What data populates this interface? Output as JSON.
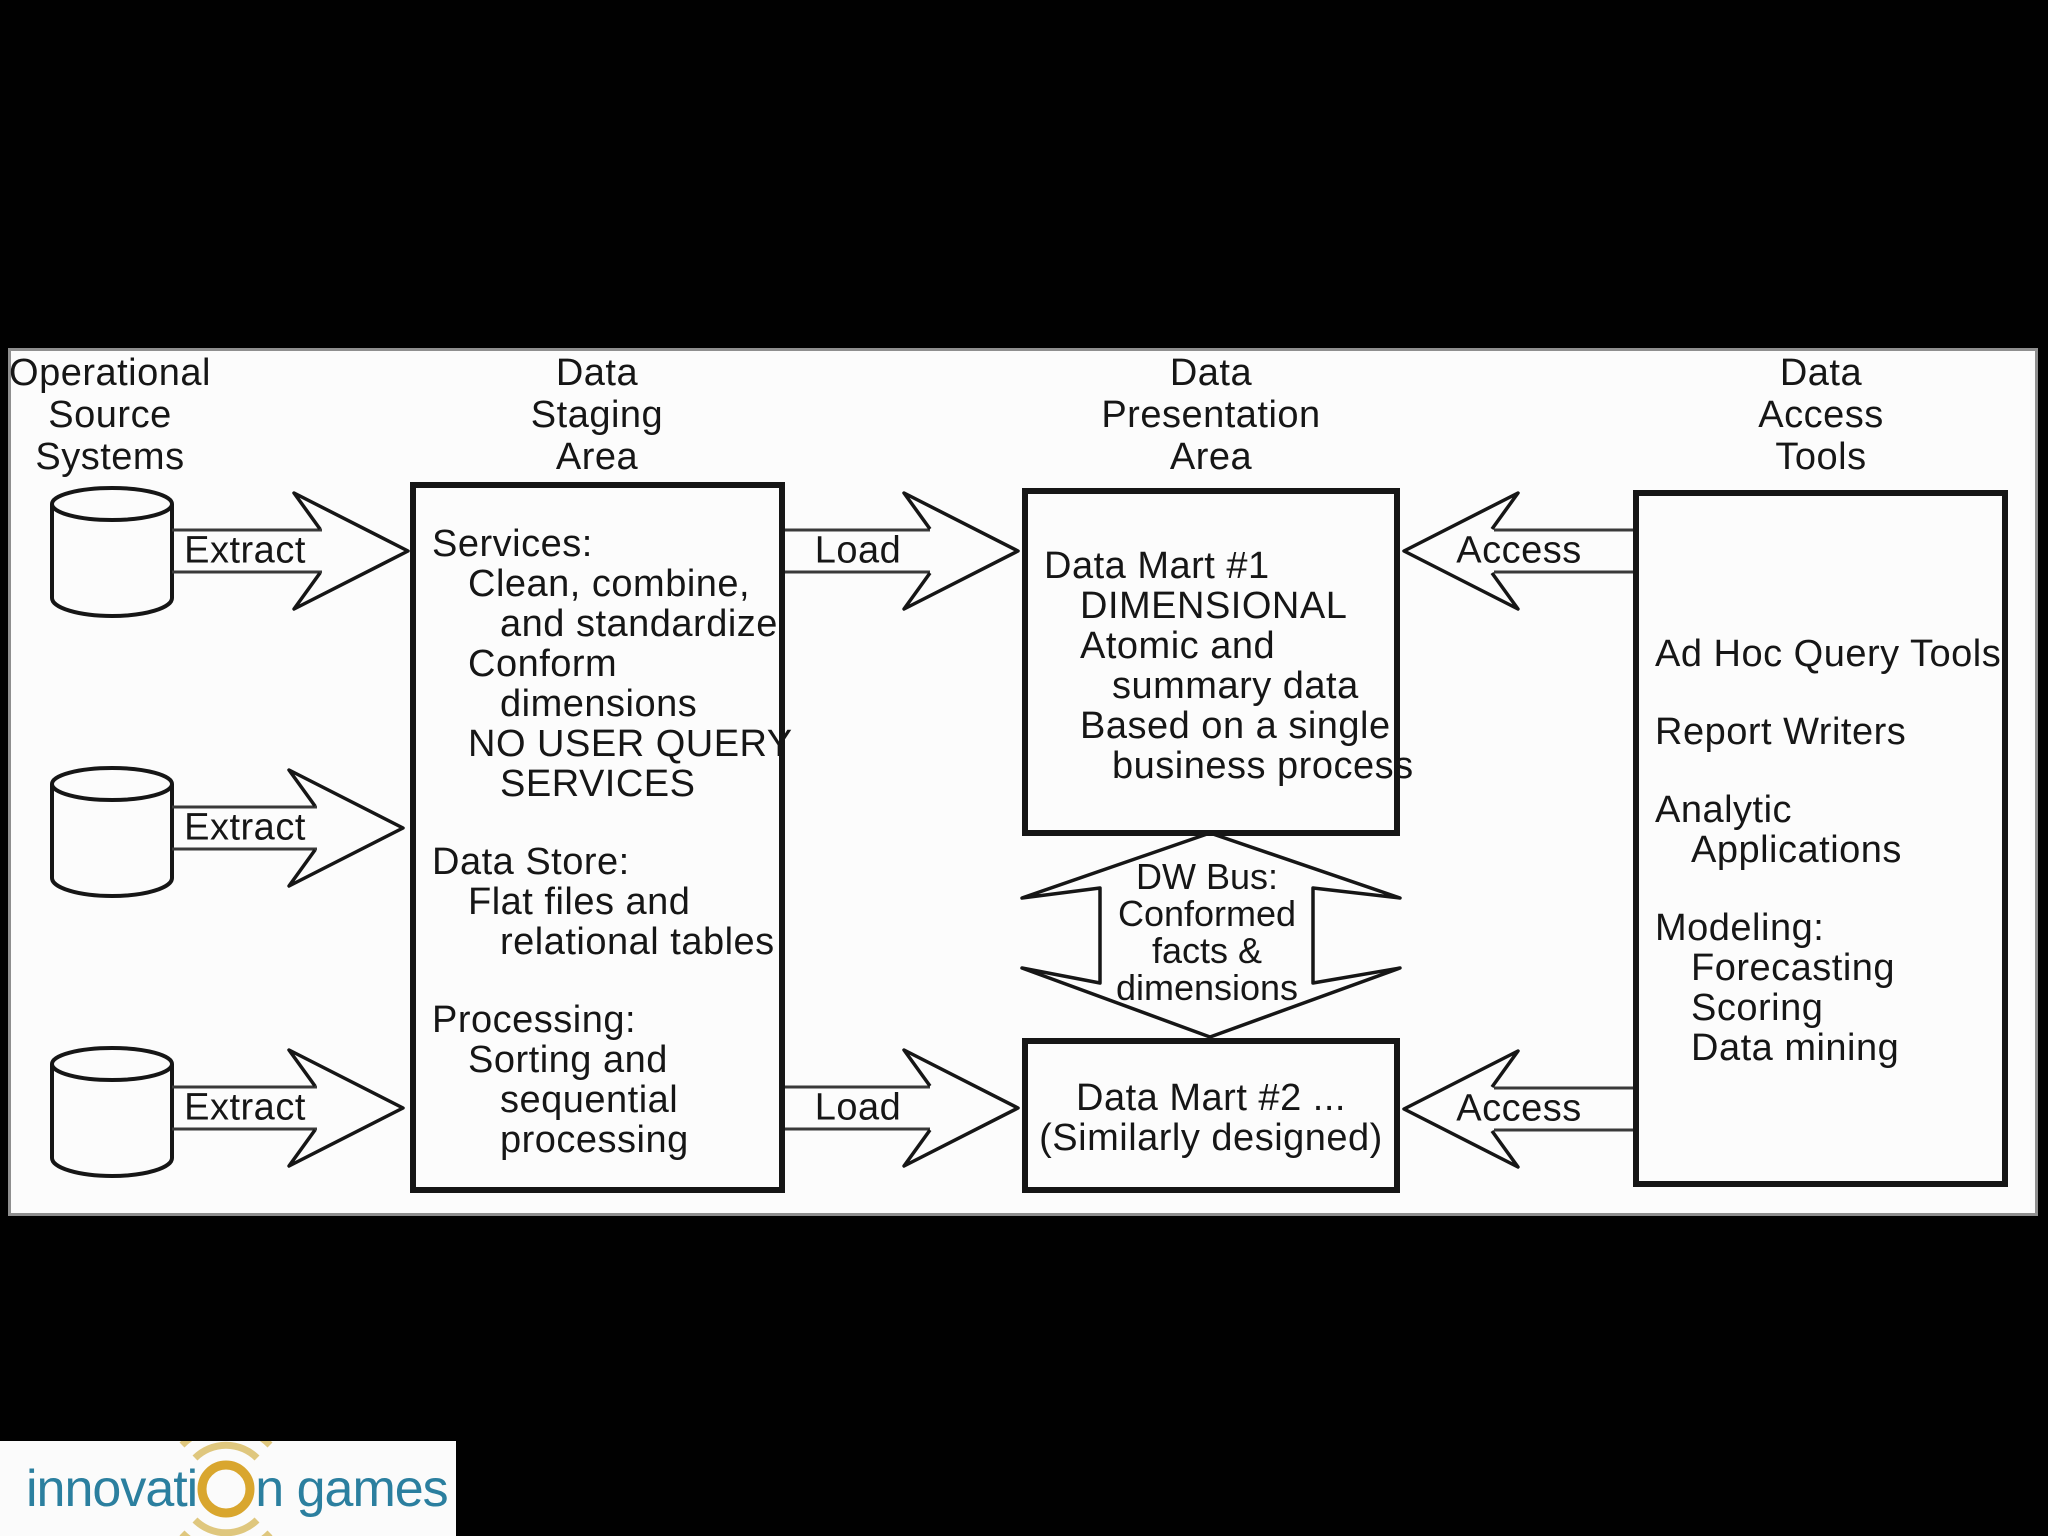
{
  "headings": {
    "oss": {
      "lines": [
        "Operational",
        "Source",
        "Systems"
      ]
    },
    "staging": {
      "lines": [
        "Data",
        "Staging",
        "Area"
      ]
    },
    "presentation": {
      "lines": [
        "Data",
        "Presentation",
        "Area"
      ]
    },
    "access": {
      "lines": [
        "Data",
        "Access",
        "Tools"
      ]
    }
  },
  "arrow_labels": {
    "extract": "Extract",
    "load": "Load",
    "access": "Access"
  },
  "staging_box": {
    "lines": [
      "Services:",
      "Clean, combine,",
      "and standardize",
      "Conform",
      "dimensions",
      "NO USER QUERY",
      "SERVICES",
      "Data Store:",
      "Flat files and",
      "relational tables",
      "Processing:",
      "Sorting and",
      "sequential",
      "processing"
    ]
  },
  "mart1_box": {
    "lines": [
      "Data Mart #1",
      "DIMENSIONAL",
      "Atomic and",
      "summary data",
      "Based on a single",
      "business process"
    ]
  },
  "dw_bus": {
    "lines": [
      "DW Bus:",
      "Conformed",
      "facts &",
      "dimensions"
    ]
  },
  "mart2_box": {
    "lines": [
      "Data Mart #2 ...",
      "(Similarly designed)"
    ]
  },
  "access_box": {
    "lines": [
      "Ad Hoc Query Tools",
      "Report Writers",
      "Analytic",
      "Applications",
      "Modeling:",
      "Forecasting",
      "Scoring",
      "Data mining"
    ]
  },
  "logo": {
    "text_before": "innovati",
    "text_after": "n games",
    "teal": "#2b7f9f",
    "gold_ring": "#d9a62e",
    "gold_arcs": "#dfc77e"
  },
  "colors": {
    "page_bg": "#010101",
    "figure_bg": "#fcfcfc",
    "line": "#161616"
  }
}
